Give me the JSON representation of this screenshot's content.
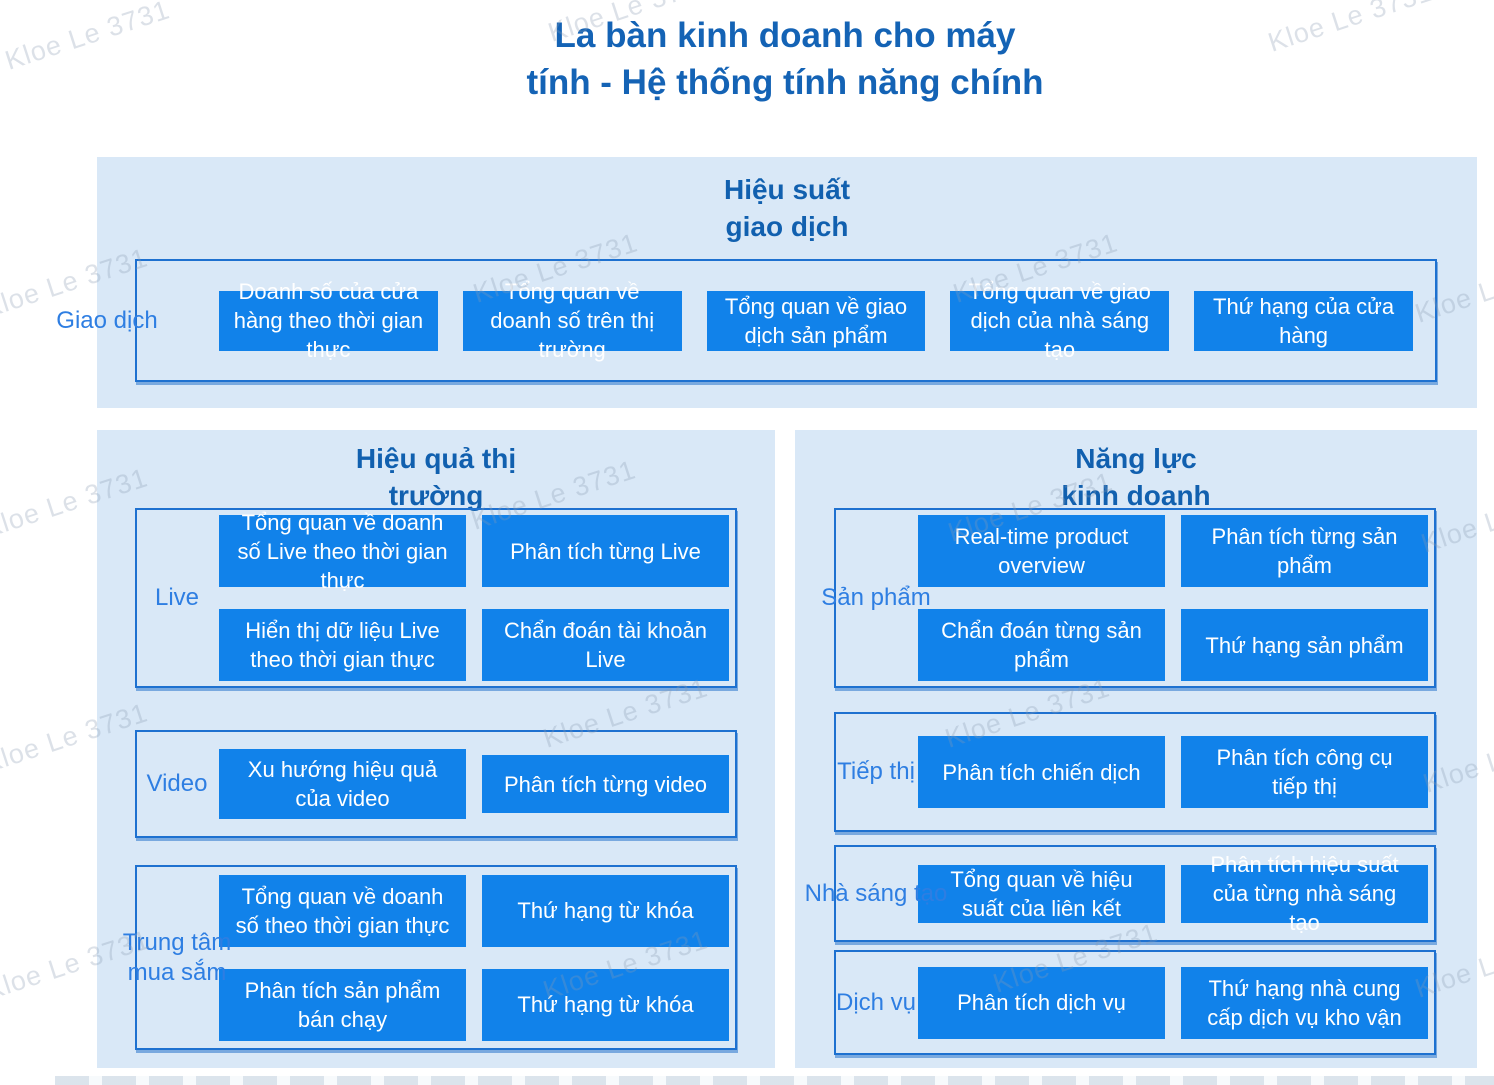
{
  "title": "La bàn kinh doanh cho máy tính - Hệ thống tính năng chính",
  "watermark_text": "Kloe Le 3731",
  "colors": {
    "button_blue": "#1182ea",
    "heading_blue": "#1160af",
    "title_blue": "#1463b5",
    "label_blue": "#2e7ee2",
    "panel_bg": "#d9e8f7",
    "box_border": "#1e71d0"
  },
  "sections": [
    {
      "id": "transaction-performance",
      "title_lines": [
        "Hiệu suất",
        "giao dịch"
      ],
      "rows": [
        {
          "label": "Giao dịch",
          "buttons": [
            "Doanh số của cửa hàng theo thời gian thực",
            "Tổng quan về doanh số trên thị trường",
            "Tổng quan về giao dịch sản phẩm",
            "Tổng quan về giao dịch của nhà sáng tạo",
            "Thứ hạng của cửa hàng"
          ]
        }
      ]
    },
    {
      "id": "market-performance",
      "title_lines": [
        "Hiệu quả thị",
        "trường"
      ],
      "rows": [
        {
          "label": "Live",
          "buttons": [
            "Tổng quan về doanh số Live theo thời gian thực",
            "Phân tích từng Live",
            "Hiển thị dữ liệu Live theo thời gian thực",
            "Chẩn đoán tài khoản Live"
          ]
        },
        {
          "label": "Video",
          "buttons": [
            "Xu hướng hiệu quả của video",
            "Phân tích từng video"
          ]
        },
        {
          "label": "Trung tâm mua sắm",
          "buttons": [
            "Tổng quan về doanh số theo thời gian thực",
            "Thứ hạng từ khóa",
            "Phân tích sản phẩm bán chạy",
            "Thứ hạng từ khóa"
          ]
        }
      ]
    },
    {
      "id": "business-capability",
      "title_lines": [
        "Năng lực",
        "kinh doanh"
      ],
      "rows": [
        {
          "label": "Sản phẩm",
          "buttons": [
            "Real-time product overview",
            "Phân tích từng sản phẩm",
            "Chẩn đoán từng sản phẩm",
            "Thứ hạng sản phẩm"
          ]
        },
        {
          "label": "Tiếp thị",
          "buttons": [
            "Phân tích chiến dịch",
            "Phân tích công cụ tiếp thị"
          ]
        },
        {
          "label": "Nhà sáng tạo",
          "buttons": [
            "Tổng quan về hiệu suất của liên kết",
            "Phân tích hiệu suất của từng nhà sáng tạo"
          ]
        },
        {
          "label": "Dịch vụ",
          "buttons": [
            "Phân tích dịch vụ",
            "Thứ hạng nhà cung cấp dịch vụ kho vận"
          ]
        }
      ]
    }
  ]
}
